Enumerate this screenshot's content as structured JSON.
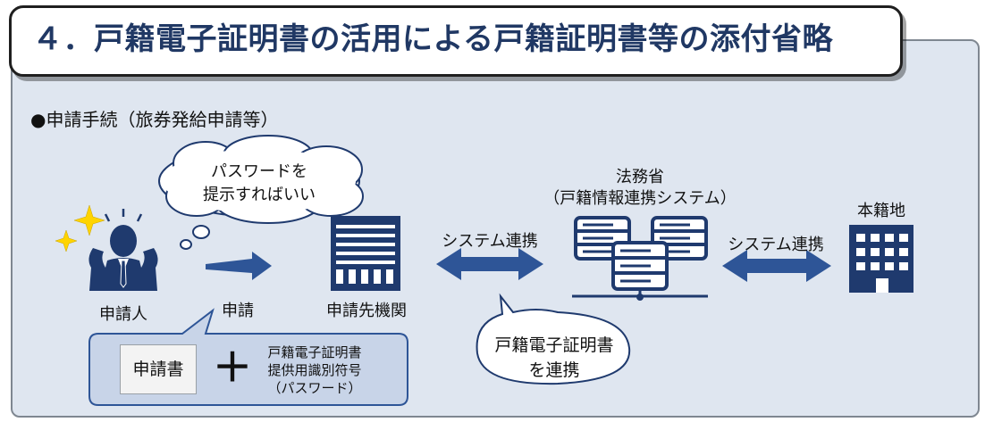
{
  "title": "４．戸籍電子証明書の活用による戸籍証明書等の添付省略",
  "subheading": "●申請手続（旅券発給申請等）",
  "thought_bubble": {
    "line1": "パスワードを",
    "line2": "提示すればいい"
  },
  "applicant": {
    "label": "申請人"
  },
  "apply_arrow": {
    "label": "申請"
  },
  "receiving_office": {
    "label": "申請先機関"
  },
  "link_left": {
    "label": "システム連携"
  },
  "ministry": {
    "line1": "法務省",
    "line2": "（戸籍情報連携システム）"
  },
  "link_right": {
    "label": "システム連携"
  },
  "registered_domicile": {
    "label": "本籍地"
  },
  "documents": {
    "application_form": "申請書",
    "plus": "＋",
    "item_line1": "戸籍電子証明書",
    "item_line2": "提供用識別符号",
    "item_line3": "（パスワード）"
  },
  "bottom_bubble": {
    "line1": "戸籍電子証明書",
    "line2": "を連携"
  },
  "colors": {
    "navy": "#1f3a6e",
    "arrow_blue": "#2e5597",
    "panel_bg": "#dfe6f0",
    "title_text": "#203864",
    "sparkle": "#ffd400"
  }
}
